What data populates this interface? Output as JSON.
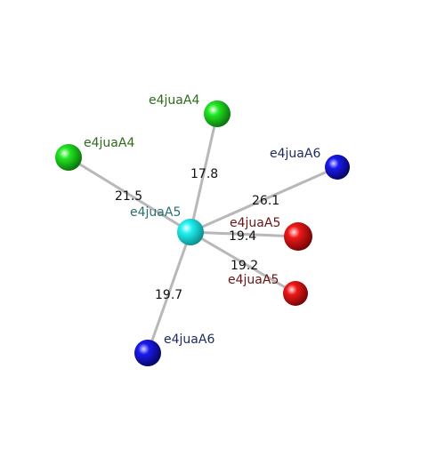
{
  "center": {
    "label": "e4juaA5",
    "color": "#11e4e4",
    "label_color": "#2a6f6f"
  },
  "neighbors": [
    {
      "id": "green-top",
      "label": "e4juaA4",
      "distance": "17.8",
      "color": "#11dd11",
      "label_color": "#2e6b1e"
    },
    {
      "id": "green-left",
      "label": "e4juaA4",
      "distance": "21.5",
      "color": "#11dd11",
      "label_color": "#2e6b1e"
    },
    {
      "id": "blue-right",
      "label": "e4juaA6",
      "distance": "26.1",
      "color": "#1111dd",
      "label_color": "#1f2a5c"
    },
    {
      "id": "red-upper",
      "label": "e4juaA5",
      "distance": "19.4",
      "color": "#ee1111",
      "label_color": "#6a1515"
    },
    {
      "id": "red-lower",
      "label": "e4juaA5",
      "distance": "19.2",
      "color": "#ee1111",
      "label_color": "#6a1515"
    },
    {
      "id": "blue-bottom",
      "label": "e4juaA6",
      "distance": "19.7",
      "color": "#1111dd",
      "label_color": "#1f2a5c"
    }
  ]
}
